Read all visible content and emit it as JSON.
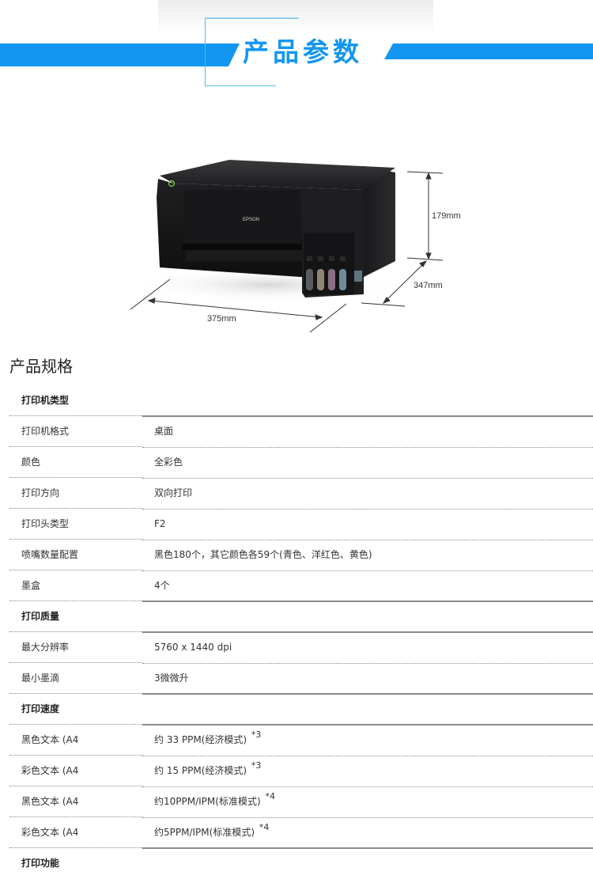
{
  "banner": {
    "title": "产品参数",
    "accent_color": "#1296f2",
    "frame_color": "#5bb8ea"
  },
  "product_image": {
    "brand_label": "EPSON",
    "alt": "Epson ink tank printer with dimensions",
    "dimensions": {
      "height": "179mm",
      "depth": "347mm",
      "width": "375mm"
    },
    "ink_tank_colors": [
      "#5c5c5c",
      "#8e8577",
      "#8a6f85",
      "#6f8a9a"
    ]
  },
  "specs": {
    "heading": "产品规格",
    "rows": [
      {
        "type": "section",
        "label": "打印机类型",
        "value": ""
      },
      {
        "type": "item",
        "label": "打印机格式",
        "value": "桌面"
      },
      {
        "type": "item",
        "label": "颜色",
        "value": "全彩色"
      },
      {
        "type": "item",
        "label": "打印方向",
        "value": "双向打印"
      },
      {
        "type": "item",
        "label": "打印头类型",
        "value": "F2"
      },
      {
        "type": "item",
        "label": "喷嘴数量配置",
        "value": "黑色180个，其它颜色各59个(青色、洋红色、黄色)"
      },
      {
        "type": "item",
        "label": "墨盒",
        "value": "4个"
      },
      {
        "type": "section",
        "label": "打印质量",
        "value": ""
      },
      {
        "type": "item",
        "label": "最大分辨率",
        "value": "5760 x 1440 dpi"
      },
      {
        "type": "item",
        "label": "最小墨滴",
        "value": "3微微升"
      },
      {
        "type": "section",
        "label": "打印速度",
        "value": ""
      },
      {
        "type": "item",
        "label": "黑色文本 (A4",
        "value": "约 33 PPM(经济模式)",
        "note": "*3"
      },
      {
        "type": "item",
        "label": "彩色文本 (A4",
        "value": "约 15 PPM(经济模式)",
        "note": "*3"
      },
      {
        "type": "item",
        "label": "黑色文本 (A4",
        "value": "约10PPM/IPM(标准模式)",
        "note": "*4"
      },
      {
        "type": "item",
        "label": "彩色文本 (A4",
        "value": "约5PPM/IPM(标准模式)",
        "note": "*4"
      },
      {
        "type": "section",
        "label": "打印功能",
        "value": ""
      }
    ]
  }
}
